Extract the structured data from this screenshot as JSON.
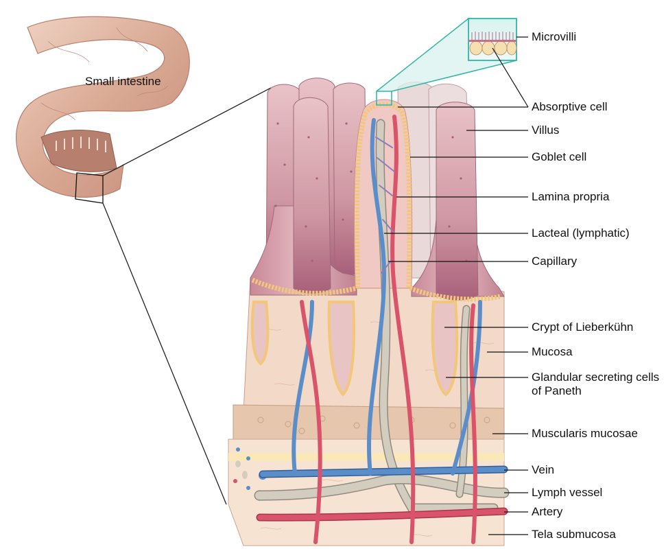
{
  "diagram": {
    "intestine_label": "Small intestine",
    "labels": [
      {
        "id": "microvilli",
        "text": "Microvilli"
      },
      {
        "id": "absorptive-cell",
        "text": "Absorptive cell"
      },
      {
        "id": "villus",
        "text": "Villus"
      },
      {
        "id": "goblet-cell",
        "text": "Goblet cell"
      },
      {
        "id": "lamina-propria",
        "text": "Lamina propria"
      },
      {
        "id": "lacteal",
        "text": "Lacteal (lymphatic)"
      },
      {
        "id": "capillary",
        "text": "Capillary"
      },
      {
        "id": "crypt",
        "text": "Crypt of Lieberkühn"
      },
      {
        "id": "mucosa",
        "text": "Mucosa"
      },
      {
        "id": "paneth",
        "text": "Glandular secreting cells of Paneth"
      },
      {
        "id": "muscularis",
        "text": "Muscularis mucosae"
      },
      {
        "id": "vein",
        "text": "Vein"
      },
      {
        "id": "lymph-vessel",
        "text": "Lymph vessel"
      },
      {
        "id": "artery",
        "text": "Artery"
      },
      {
        "id": "tela-submucosa",
        "text": "Tela submucosa"
      }
    ],
    "colors": {
      "villus": "#c98d9b",
      "villus_light": "#e7c3c9",
      "mucosa": "#f3d9c8",
      "submucosa": "#f7e3d2",
      "muscularis": "#e6c6ad",
      "vein": "#5b8dc9",
      "artery": "#d9536b",
      "lymph": "#d3cdc0",
      "epithelium": "#f3c77a",
      "callout": "#2eb5a8"
    }
  }
}
